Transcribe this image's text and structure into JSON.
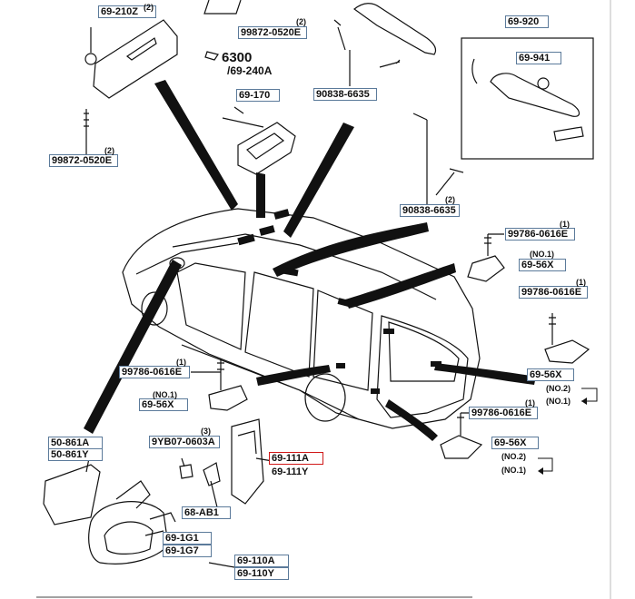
{
  "callouts": {
    "c_69_210Z": "69-210Z",
    "c_99872_top": "99872-0520E",
    "c_90838_top": "90838-6635",
    "c_69_920": "69-920",
    "c_69_941": "69-941",
    "c_69_170": "69-170",
    "c_99872_left": "99872-0520E",
    "c_90838_right": "90838-6635",
    "c_99786_r1": "99786-0616E",
    "c_69_56X_r1": "69-56X",
    "c_99786_r2": "99786-0616E",
    "c_69_56X_r2": "69-56X",
    "c_99786_left": "99786-0616E",
    "c_69_56X_left": "69-56X",
    "c_99786_r3": "99786-0616E",
    "c_69_56X_r3": "69-56X",
    "c_50_861A": "50-861A",
    "c_50_861Y": "50-861Y",
    "c_9YB07": "9YB07-0603A",
    "c_69_111A": "69-111A",
    "c_69_111Y": "69-111Y",
    "c_68_AB1": "68-AB1",
    "c_69_1G1": "69-1G1",
    "c_69_1G7": "69-1G7",
    "c_69_110A": "69-110A",
    "c_69_110Y": "69-110Y"
  },
  "labels": {
    "t6300": "6300",
    "t69_240A": "/69-240A",
    "q2_a": "(2)",
    "q2_b": "(2)",
    "q2_c": "(2)",
    "q2_d": "(2)",
    "q1_a": "(1)",
    "q1_b": "(1)",
    "q1_c": "(1)",
    "q1_d": "(1)",
    "q3_a": "(3)",
    "no1_a": "(NO.1)",
    "no1_b": "(NO.1)",
    "no2_c": "(NO.2)",
    "no1_c": "(NO.1)",
    "no2_d": "(NO.2)",
    "no1_d": "(NO.1)"
  },
  "colors": {
    "callout_border": "#5b7a9a",
    "selected_border": "#d01818",
    "ink": "#111111"
  }
}
